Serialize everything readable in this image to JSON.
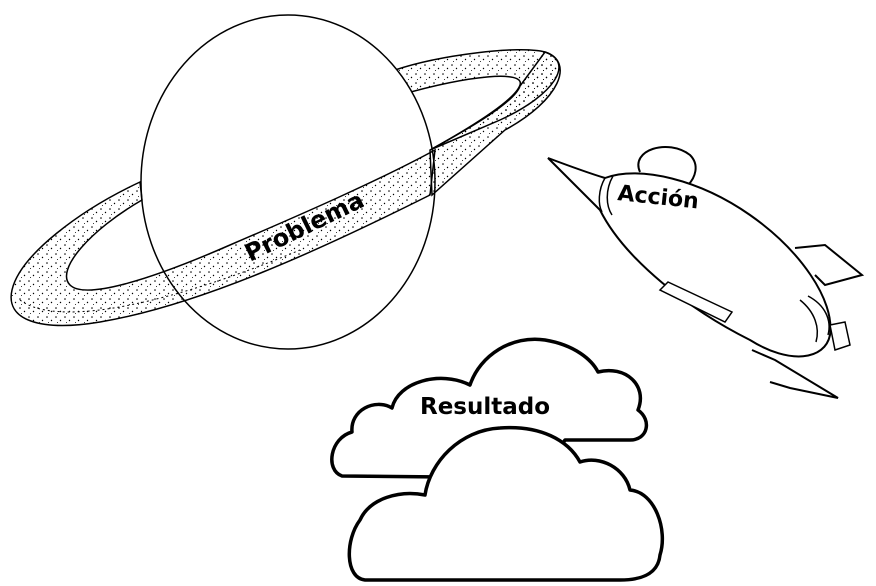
{
  "labels": {
    "planet": "Problema",
    "rocket": "Acción",
    "cloud": "Resultado"
  },
  "colors": {
    "ink": "#000000",
    "paper": "#ffffff"
  }
}
